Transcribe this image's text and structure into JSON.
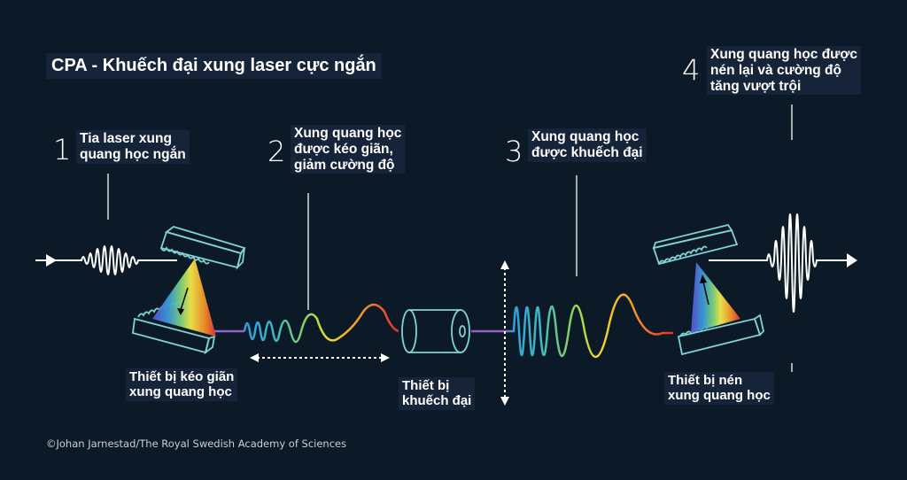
{
  "title": "CPA - Khuếch đại xung laser cực ngắn",
  "steps": [
    {
      "number": "1",
      "lines": [
        "Tia laser xung",
        "quang học ngắn"
      ]
    },
    {
      "number": "2",
      "lines": [
        "Xung quang học",
        "được kéo giãn,",
        "giảm cường độ"
      ]
    },
    {
      "number": "3",
      "lines": [
        "Xung quang học",
        "được khuếch đại"
      ]
    },
    {
      "number": "4",
      "lines": [
        "Xung quang học được",
        "nén lại và cường độ",
        "tăng vượt trội"
      ]
    }
  ],
  "devices": [
    {
      "name": "stretcher",
      "lines": [
        "Thiết bị kéo giãn",
        "xung quang học"
      ]
    },
    {
      "name": "amplifier",
      "lines": [
        "Thiết bị",
        "khuếch đại"
      ]
    },
    {
      "name": "compressor",
      "lines": [
        "Thiết bị nén",
        "xung quang học"
      ]
    }
  ],
  "credit": "©Johan Jarnestad/The Royal Swedish Academy of Sciences",
  "colors": {
    "background": "#0b1a26",
    "label_bg": "#16243a",
    "device_outline": "#7fd3d6",
    "pulse_white": "#ffffff"
  }
}
